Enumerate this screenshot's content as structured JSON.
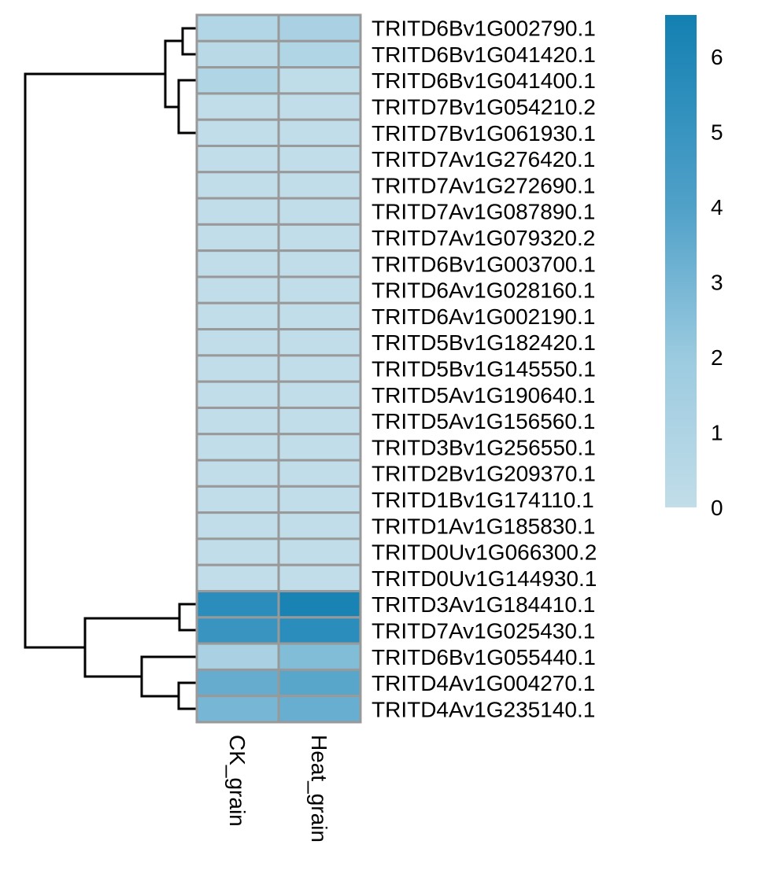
{
  "chart_data": {
    "type": "heatmap",
    "title": "",
    "columns": [
      "CK_grain",
      "Heat_grain"
    ],
    "rows": [
      {
        "label": "TRITD6Bv1G002790.1",
        "values": [
          0.8,
          1.3
        ]
      },
      {
        "label": "TRITD6Bv1G041420.1",
        "values": [
          0.4,
          0.9
        ]
      },
      {
        "label": "TRITD6Bv1G041400.1",
        "values": [
          0.9,
          0.1
        ]
      },
      {
        "label": "TRITD7Bv1G054210.2",
        "values": [
          0.05,
          0.05
        ]
      },
      {
        "label": "TRITD7Bv1G061930.1",
        "values": [
          0.05,
          0.05
        ]
      },
      {
        "label": "TRITD7Av1G276420.1",
        "values": [
          0.05,
          0.05
        ]
      },
      {
        "label": "TRITD7Av1G272690.1",
        "values": [
          0.05,
          0.05
        ]
      },
      {
        "label": "TRITD7Av1G087890.1",
        "values": [
          0.05,
          0.05
        ]
      },
      {
        "label": "TRITD7Av1G079320.2",
        "values": [
          0.05,
          0.05
        ]
      },
      {
        "label": "TRITD6Bv1G003700.1",
        "values": [
          0.05,
          0.05
        ]
      },
      {
        "label": "TRITD6Av1G028160.1",
        "values": [
          0.05,
          0.05
        ]
      },
      {
        "label": "TRITD6Av1G002190.1",
        "values": [
          0.05,
          0.05
        ]
      },
      {
        "label": "TRITD5Bv1G182420.1",
        "values": [
          0.05,
          0.05
        ]
      },
      {
        "label": "TRITD5Bv1G145550.1",
        "values": [
          0.05,
          0.05
        ]
      },
      {
        "label": "TRITD5Av1G190640.1",
        "values": [
          0.05,
          0.05
        ]
      },
      {
        "label": "TRITD5Av1G156560.1",
        "values": [
          0.05,
          0.05
        ]
      },
      {
        "label": "TRITD3Bv1G256550.1",
        "values": [
          0.05,
          0.05
        ]
      },
      {
        "label": "TRITD2Bv1G209370.1",
        "values": [
          0.05,
          0.05
        ]
      },
      {
        "label": "TRITD1Bv1G174110.1",
        "values": [
          0.05,
          0.05
        ]
      },
      {
        "label": "TRITD1Av1G185830.1",
        "values": [
          0.05,
          0.05
        ]
      },
      {
        "label": "TRITD0Uv1G066300.2",
        "values": [
          0.05,
          0.05
        ]
      },
      {
        "label": "TRITD0Uv1G144930.1",
        "values": [
          0.05,
          0.05
        ]
      },
      {
        "label": "TRITD3Av1G184410.1",
        "values": [
          5.6,
          6.3
        ]
      },
      {
        "label": "TRITD7Av1G025430.1",
        "values": [
          5.0,
          5.6
        ]
      },
      {
        "label": "TRITD6Bv1G055440.1",
        "values": [
          1.3,
          2.7
        ]
      },
      {
        "label": "TRITD4Av1G004270.1",
        "values": [
          3.5,
          3.8
        ]
      },
      {
        "label": "TRITD4Av1G235140.1",
        "values": [
          3.0,
          3.4
        ]
      }
    ],
    "legend": {
      "ticks": [
        0,
        1,
        2,
        3,
        4,
        5,
        6
      ],
      "range": [
        0,
        6.55
      ],
      "placement": "right"
    },
    "colors": {
      "low": "#c1dde9",
      "mid": "#6fb1d2",
      "high": "#1380b2",
      "border": "#999999",
      "dendrogram": "#000000"
    }
  }
}
